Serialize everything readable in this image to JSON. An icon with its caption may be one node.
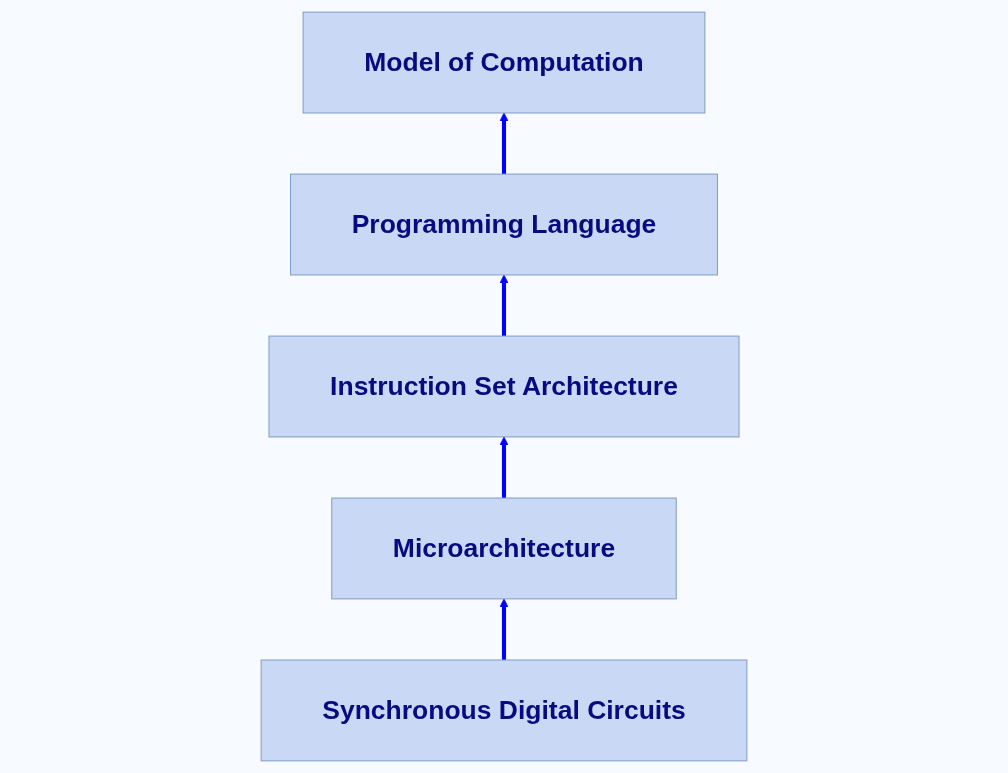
{
  "diagram": {
    "nodes": [
      {
        "text": [
          "Model of Computation"
        ]
      },
      {
        "text": [
          "Programming Language"
        ]
      },
      {
        "text": [
          "Instruction Set Architecture"
        ]
      },
      {
        "text": [
          "Microarchitecture"
        ]
      },
      {
        "text": [
          "Synchronous Digital Circuits"
        ]
      }
    ],
    "edges": [
      {
        "from": 4,
        "to": 3,
        "arrow": "to"
      },
      {
        "from": 3,
        "to": 2,
        "arrow": "to"
      },
      {
        "from": 2,
        "to": 1,
        "arrow": "to"
      },
      {
        "from": 1,
        "to": 0,
        "arrow": "to"
      }
    ]
  }
}
